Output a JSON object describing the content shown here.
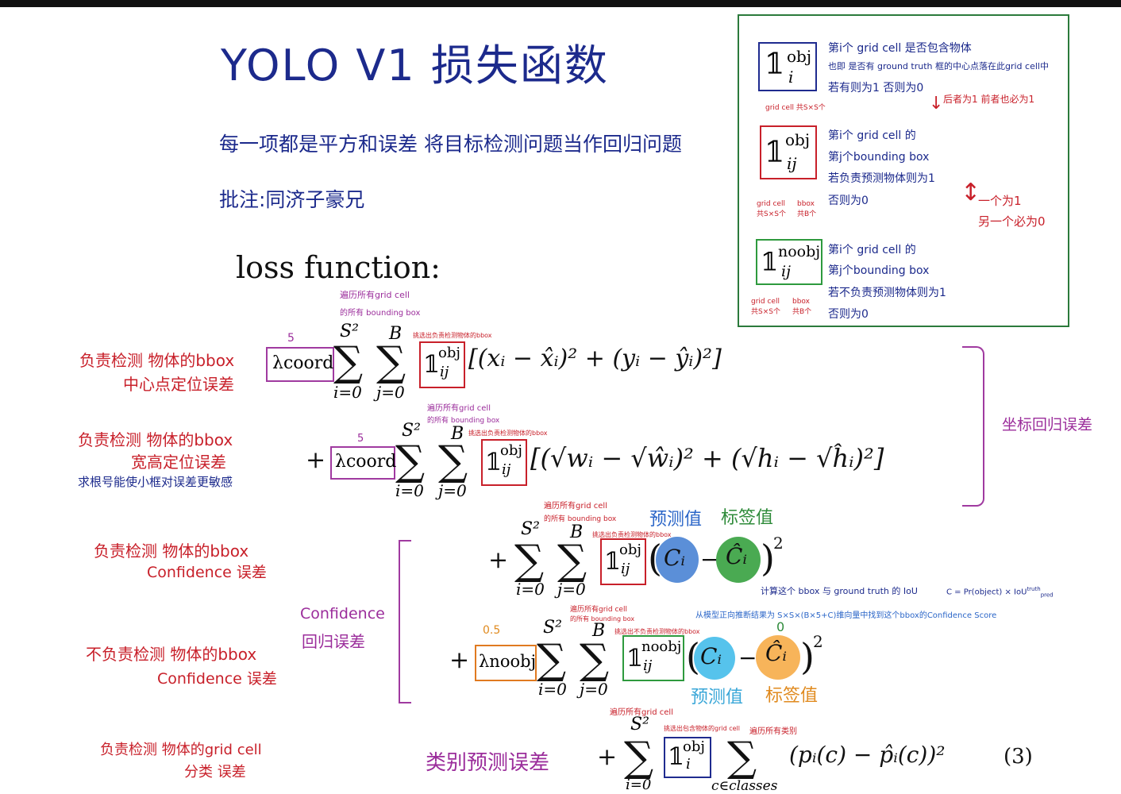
{
  "title": "YOLO V1 损失函数",
  "subtitle1": "每一项都是平方和误差  将目标检测问题当作回归问题",
  "subtitle2": "批注:同济子豪兄",
  "loss_heading": "loss function:",
  "row1": {
    "label_line1": "负责检测 物体的bbox",
    "label_line2": "中心点定位误差",
    "lambda_value": "5",
    "lambda": "λcoord",
    "note_top_line1": "遍历所有grid cell",
    "note_top_line2": "的所有 bounding box",
    "note_indicator": "挑选出负责检测物体的bbox",
    "sum1_top": "S²",
    "sum1_bottom": "i=0",
    "sum2_top": "B",
    "sum2_bottom": "j=0",
    "indicator": "𝟙",
    "indicator_sup": "obj",
    "indicator_sub": "ij",
    "expr": "[(xᵢ − x̂ᵢ)² + (yᵢ − ŷᵢ)²]"
  },
  "row2": {
    "label_line1": "负责检测 物体的bbox",
    "label_line2": "宽高定位误差",
    "label_line3": "求根号能使小框对误差更敏感",
    "lambda_value": "5",
    "lambda": "λcoord",
    "note_top_line1": "遍历所有grid cell",
    "note_top_line2": "的所有 bounding box",
    "note_indicator": "挑选出负责检测物体的bbox",
    "expr": "[(√wᵢ − √ŵᵢ)² + (√hᵢ − √ĥᵢ)²]"
  },
  "coord_group_label": "坐标回归误差",
  "row3": {
    "label_line1": "负责检测 物体的bbox",
    "label_line2": "Confidence 误差",
    "note_top_line1": "遍历所有grid cell",
    "note_top_line2": "的所有 bounding box",
    "note_indicator": "挑选出负责检测物体的bbox",
    "pred_label": "预测值",
    "true_label": "标签值",
    "c_pred": "Cᵢ",
    "c_true": "Ĉᵢ",
    "note_iou": "计算这个 bbox 与 ground truth 的 IoU",
    "note_formula": "C = Pr(object) × IoU",
    "note_formula_sup": "truth",
    "note_formula_sub": "pred",
    "note_forward": "从模型正向推断结果为 S×S×(B×5+C)维向量中找到这个bbox的Confidence Score"
  },
  "conf_group_label_line1": "Confidence",
  "conf_group_label_line2": "回归误差",
  "row4": {
    "label_line1": "不负责检测 物体的bbox",
    "label_line2": "Confidence 误差",
    "lambda_value": "0.5",
    "lambda": "λnoobj",
    "note_top_line1": "遍历所有grid cell",
    "note_top_line2": "的所有 bounding box",
    "note_indicator": "挑选出不负责检测物体的bbox",
    "indicator_sup": "noobj",
    "pred_label": "预测值",
    "true_label": "标签值",
    "zero_label": "0",
    "c_pred": "Cᵢ",
    "c_true": "Ĉᵢ"
  },
  "row5": {
    "label_line1": "负责检测 物体的grid cell",
    "label_line2": "分类 误差",
    "group_label": "类别预测误差",
    "note_sum1": "遍历所有grid cell",
    "note_indicator": "挑选出包含物体的grid cell",
    "note_sum2": "遍历所有类别",
    "sum2_bottom": "c∈classes",
    "expr": "(pᵢ(c) − p̂ᵢ(c))²",
    "eq_number": "(3)"
  },
  "legend": {
    "item1_desc_line1": "第i个 grid cell 是否包含物体",
    "item1_desc_line2": "也即 是否有 ground truth 框的中心点落在此grid cell中",
    "item1_desc_line3": "若有则为1  否则为0",
    "item1_note": "grid cell 共S×S个",
    "between_note": "后者为1  前者也必为1",
    "item2_desc_line1": "第i个 grid cell 的",
    "item2_desc_line2": "第j个bounding box",
    "item2_desc_line3": "若负责预测物体则为1",
    "item2_desc_line4": "否则为0",
    "item2_note_a": "grid cell 共S×S个",
    "item2_note_b": "bbox 共B个",
    "side_note_line1": "一个为1",
    "side_note_line2": "另一个必为0",
    "item3_desc_line1": "第i个 grid cell 的",
    "item3_desc_line2": "第j个bounding box",
    "item3_desc_line3": "若不负责预测物体则为1",
    "item3_desc_line4": "否则为0",
    "item3_note_a": "grid cell 共S×S个",
    "item3_note_b": "bbox 共B个"
  }
}
